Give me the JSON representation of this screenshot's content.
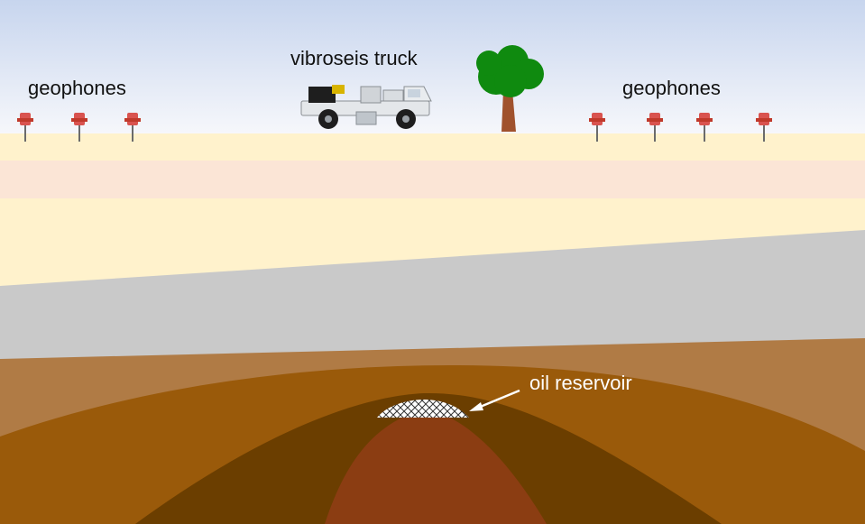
{
  "labels": {
    "geophones_left": "geophones",
    "vibroseis_truck": "vibroseis truck",
    "geophones_right": "geophones",
    "oil_reservoir": "oil reservoir"
  },
  "colors": {
    "sky_top": "#c9d6ee",
    "sky_bottom": "#f2f4fa",
    "soil_light": "#fff2cc",
    "soil_pink": "#fbe5d6",
    "rock_gray": "#c9c9c9",
    "strata_tan": "#b07b45",
    "strata_brown": "#9a5a0a",
    "strata_dark": "#6b3e00",
    "reservoir_core": "#8b3d12",
    "geophone_red": "#d9534f",
    "tree_green": "#0f8a0f",
    "tree_trunk": "#a0522d"
  },
  "icons": [
    "geophone-icon",
    "vibroseis-truck-icon",
    "tree-icon",
    "oil-reservoir-hatch",
    "pointer-arrow"
  ]
}
